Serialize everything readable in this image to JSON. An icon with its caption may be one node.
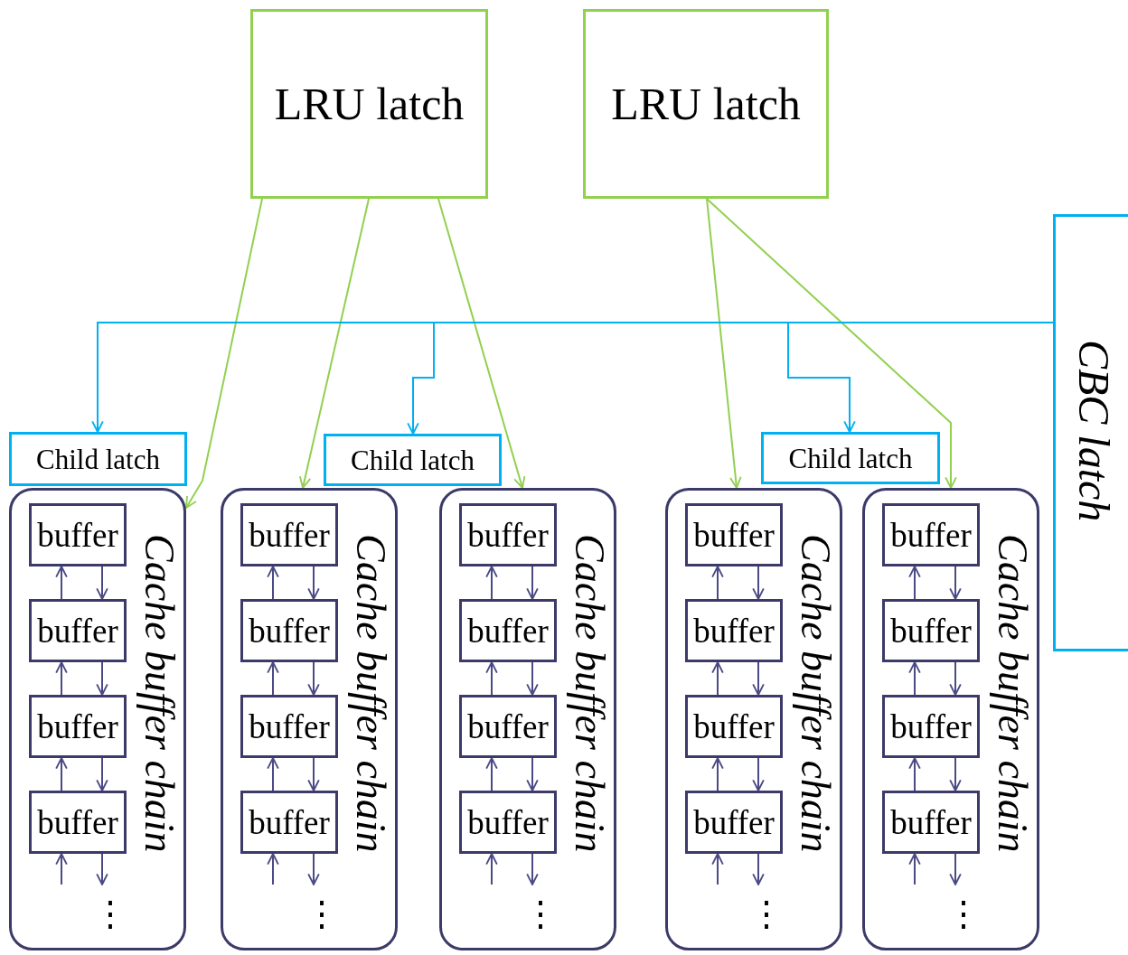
{
  "diagram": {
    "nodes": [
      {
        "text": [
          "LRU latch"
        ]
      },
      {
        "text": [
          "LRU latch"
        ]
      },
      {
        "text": [
          "CBC latch"
        ]
      },
      {
        "text": [
          "Child latch"
        ]
      },
      {
        "text": [
          "Child latch"
        ]
      },
      {
        "text": [
          "Child latch"
        ]
      },
      {
        "text": [
          "Cache buffer chain",
          "⋮"
        ]
      },
      {
        "text": [
          "Cache buffer chain",
          "⋮"
        ]
      },
      {
        "text": [
          "Cache buffer chain",
          "⋮"
        ]
      },
      {
        "text": [
          "Cache buffer chain",
          "⋮"
        ]
      },
      {
        "text": [
          "Cache buffer chain",
          "⋮"
        ]
      },
      {
        "text": [
          "buffer"
        ],
        "in": 6
      },
      {
        "text": [
          "buffer"
        ],
        "in": 6
      },
      {
        "text": [
          "buffer"
        ],
        "in": 6
      },
      {
        "text": [
          "buffer"
        ],
        "in": 6
      },
      {
        "text": [
          "buffer"
        ],
        "in": 7
      },
      {
        "text": [
          "buffer"
        ],
        "in": 7
      },
      {
        "text": [
          "buffer"
        ],
        "in": 7
      },
      {
        "text": [
          "buffer"
        ],
        "in": 7
      },
      {
        "text": [
          "buffer"
        ],
        "in": 8
      },
      {
        "text": [
          "buffer"
        ],
        "in": 8
      },
      {
        "text": [
          "buffer"
        ],
        "in": 8
      },
      {
        "text": [
          "buffer"
        ],
        "in": 8
      },
      {
        "text": [
          "buffer"
        ],
        "in": 9
      },
      {
        "text": [
          "buffer"
        ],
        "in": 9
      },
      {
        "text": [
          "buffer"
        ],
        "in": 9
      },
      {
        "text": [
          "buffer"
        ],
        "in": 9
      },
      {
        "text": [
          "buffer"
        ],
        "in": 10
      },
      {
        "text": [
          "buffer"
        ],
        "in": 10
      },
      {
        "text": [
          "buffer"
        ],
        "in": 10
      },
      {
        "text": [
          "buffer"
        ],
        "in": 10
      }
    ],
    "edges": [
      {
        "from": 0,
        "to": 6,
        "arrow": "to",
        "color": "#92d050"
      },
      {
        "from": 0,
        "to": 7,
        "arrow": "to",
        "color": "#92d050"
      },
      {
        "from": 0,
        "to": 8,
        "arrow": "to",
        "color": "#92d050"
      },
      {
        "from": 1,
        "to": 9,
        "arrow": "to",
        "color": "#92d050"
      },
      {
        "from": 1,
        "to": 10,
        "arrow": "to",
        "color": "#92d050"
      },
      {
        "from": 2,
        "to": 3,
        "arrow": "to",
        "color": "#00b0f0"
      },
      {
        "from": 2,
        "to": 4,
        "arrow": "to",
        "color": "#00b0f0"
      },
      {
        "from": 2,
        "to": 5,
        "arrow": "to",
        "color": "#00b0f0"
      },
      {
        "from": 12,
        "to": 11,
        "arrow": "to"
      },
      {
        "from": 11,
        "to": 12,
        "arrow": "to"
      },
      {
        "from": 13,
        "to": 12,
        "arrow": "to"
      },
      {
        "from": 12,
        "to": 13,
        "arrow": "to"
      },
      {
        "from": 14,
        "to": 13,
        "arrow": "to"
      },
      {
        "from": 13,
        "to": 14,
        "arrow": "to"
      },
      {
        "from": null,
        "to": 14,
        "arrow": "to"
      },
      {
        "from": 14,
        "to": null,
        "arrow": "to"
      },
      {
        "from": 16,
        "to": 15,
        "arrow": "to"
      },
      {
        "from": 15,
        "to": 16,
        "arrow": "to"
      },
      {
        "from": 17,
        "to": 16,
        "arrow": "to"
      },
      {
        "from": 16,
        "to": 17,
        "arrow": "to"
      },
      {
        "from": 18,
        "to": 17,
        "arrow": "to"
      },
      {
        "from": 17,
        "to": 18,
        "arrow": "to"
      },
      {
        "from": null,
        "to": 18,
        "arrow": "to"
      },
      {
        "from": 18,
        "to": null,
        "arrow": "to"
      },
      {
        "from": 20,
        "to": 19,
        "arrow": "to"
      },
      {
        "from": 19,
        "to": 20,
        "arrow": "to"
      },
      {
        "from": 21,
        "to": 20,
        "arrow": "to"
      },
      {
        "from": 20,
        "to": 21,
        "arrow": "to"
      },
      {
        "from": 22,
        "to": 21,
        "arrow": "to"
      },
      {
        "from": 21,
        "to": 22,
        "arrow": "to"
      },
      {
        "from": null,
        "to": 22,
        "arrow": "to"
      },
      {
        "from": 22,
        "to": null,
        "arrow": "to"
      },
      {
        "from": 24,
        "to": 23,
        "arrow": "to"
      },
      {
        "from": 23,
        "to": 24,
        "arrow": "to"
      },
      {
        "from": 25,
        "to": 24,
        "arrow": "to"
      },
      {
        "from": 24,
        "to": 25,
        "arrow": "to"
      },
      {
        "from": 26,
        "to": 25,
        "arrow": "to"
      },
      {
        "from": 25,
        "to": 26,
        "arrow": "to"
      },
      {
        "from": null,
        "to": 26,
        "arrow": "to"
      },
      {
        "from": 26,
        "to": null,
        "arrow": "to"
      },
      {
        "from": 28,
        "to": 27,
        "arrow": "to"
      },
      {
        "from": 27,
        "to": 28,
        "arrow": "to"
      },
      {
        "from": 29,
        "to": 28,
        "arrow": "to"
      },
      {
        "from": 28,
        "to": 29,
        "arrow": "to"
      },
      {
        "from": 30,
        "to": 29,
        "arrow": "to"
      },
      {
        "from": 29,
        "to": 30,
        "arrow": "to"
      },
      {
        "from": null,
        "to": 30,
        "arrow": "to"
      },
      {
        "from": 30,
        "to": null,
        "arrow": "to"
      }
    ]
  }
}
